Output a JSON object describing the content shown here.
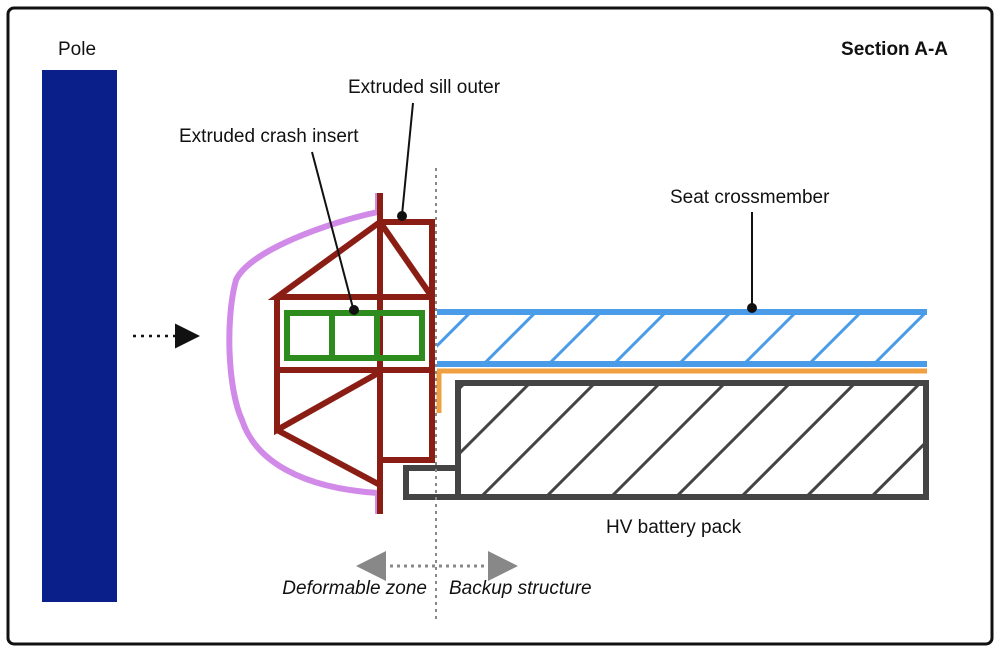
{
  "section_title": "Section A-A",
  "labels": {
    "pole": "Pole",
    "sill_outer": "Extruded sill outer",
    "crash_insert": "Extruded crash insert",
    "seat_crossmember": "Seat crossmember",
    "battery_pack": "HV battery pack",
    "deformable_zone": "Deformable zone",
    "backup_structure": "Backup structure"
  },
  "colors": {
    "pole": "#0a1f8a",
    "sill": "#8b1e14",
    "crash_insert": "#2e8b1e",
    "crossmember": "#4a9be8",
    "battery": "#444444",
    "trim": "#d18ae8",
    "interface": "#f0a040",
    "zone_arrow": "#888888"
  },
  "icons": {
    "impact_arrow": "dotted-right-arrow",
    "zone_arrow": "double-headed-dotted-arrow"
  }
}
